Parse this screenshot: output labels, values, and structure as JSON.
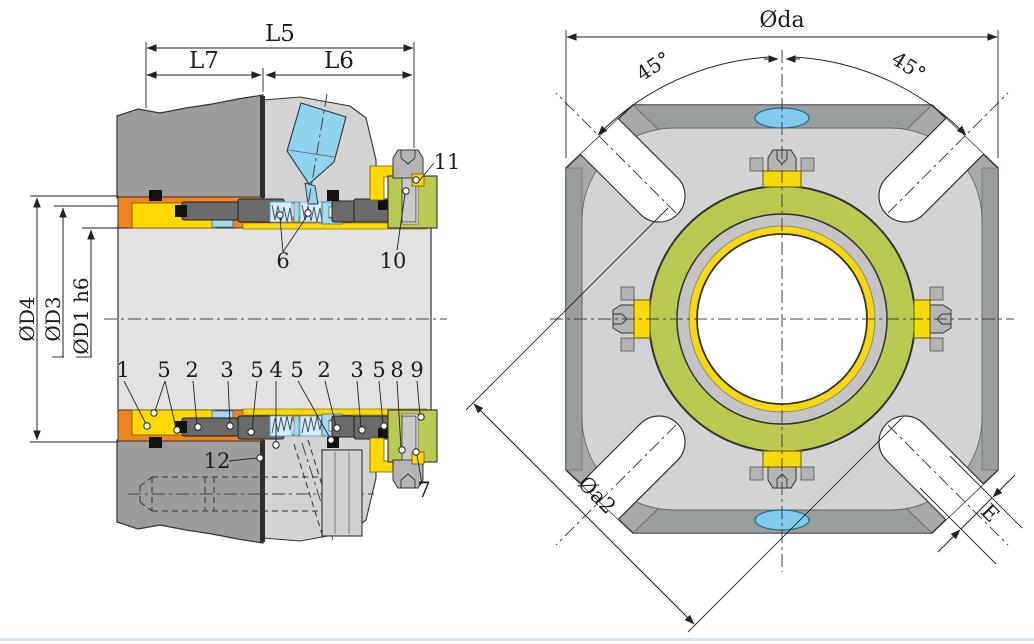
{
  "left_view": {
    "dimensions": {
      "l5": "L5",
      "l7": "L7",
      "l6": "L6",
      "d4": "ØD4",
      "d3": "ØD3",
      "d1": "ØD1 h6"
    },
    "callouts": [
      "1",
      "5",
      "2",
      "3",
      "5",
      "4",
      "5",
      "2",
      "3",
      "5",
      "8",
      "9",
      "6",
      "10",
      "11",
      "12",
      "7"
    ]
  },
  "right_view": {
    "dimensions": {
      "da": "Øda",
      "angle_left": "45°",
      "angle_right": "45°",
      "a2": "Øa2",
      "e": "E"
    }
  },
  "colors": {
    "sleeve_orange": "#f0841f",
    "gasket_yellow": "#ffd900",
    "elastomer_cyan": "#a5d9ef",
    "seal_face_gray": "#6a6a6a",
    "collar_green": "#bac952",
    "port_blue": "#8fd3ed",
    "housing_gray": "#9c9c9c",
    "gland_gray": "#d3d3d3",
    "ring_yellow": "#f6d90a",
    "footer_divider": "#dbe4ea",
    "background": "#ffffff"
  }
}
